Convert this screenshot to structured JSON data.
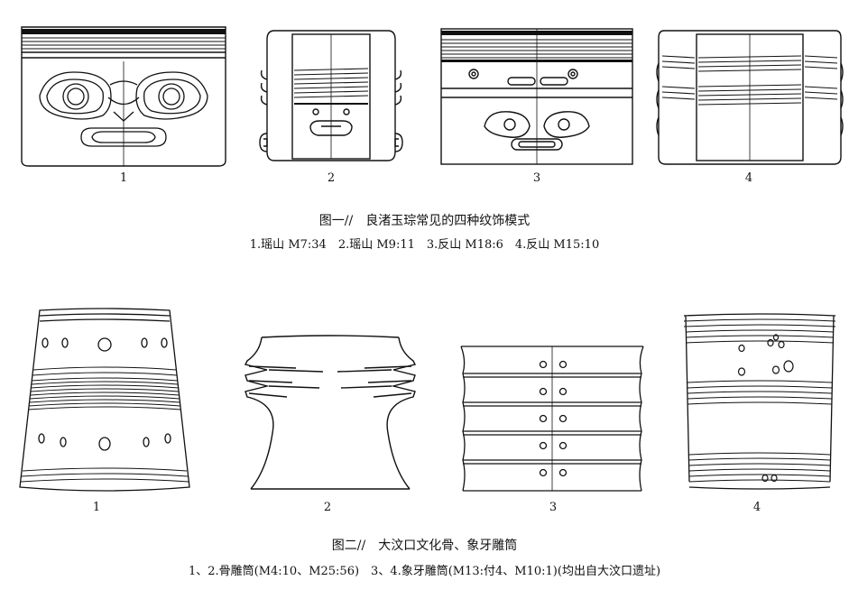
{
  "figure1": {
    "labels": [
      "1",
      "2",
      "3",
      "4"
    ],
    "title": "图一//　良渚玉琮常见的四种纹饰模式",
    "subtitle": "1.瑶山 M7:34　2.瑶山 M9:11　3.反山 M18:6　4.反山 M15:10"
  },
  "figure2": {
    "labels": [
      "1",
      "2",
      "3",
      "4"
    ],
    "title": "图二//　大汶口文化骨、象牙雕筒",
    "subtitle": "1、2.骨雕筒(M4:10、M25:56)　3、4.象牙雕筒(M13:付4、M10:1)(均出自大汶口遗址)"
  }
}
